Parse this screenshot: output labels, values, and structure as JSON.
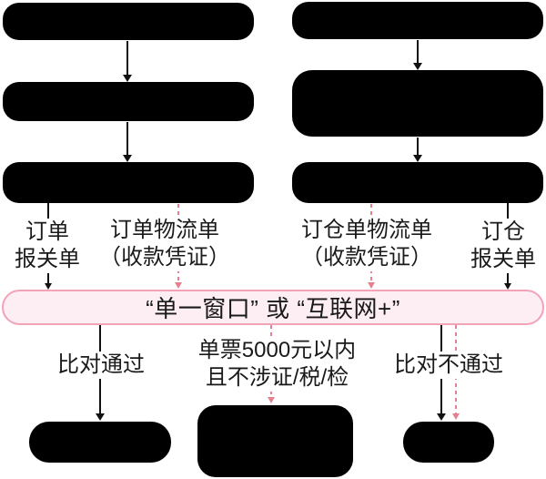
{
  "diagram": {
    "top_labels": [
      {
        "lines": [
          "订单",
          "报关单"
        ]
      },
      {
        "lines": [
          "订单物流单",
          "（收款凭证）"
        ]
      },
      {
        "lines": [
          "订仓单物流单",
          "（收款凭证）"
        ]
      },
      {
        "lines": [
          "订仓",
          "报关单"
        ]
      }
    ],
    "bar_text": "“单一窗口” 或 “互联网+”",
    "bottom_labels": [
      {
        "lines": [
          "比对通过"
        ]
      },
      {
        "lines": [
          "单票5000元以内",
          "且不涉证/税/检"
        ]
      },
      {
        "lines": [
          "比对不通过"
        ]
      }
    ]
  },
  "colors": {
    "box_black": "#000000",
    "line_black": "#111111",
    "bar_fill": "#fdeef3",
    "bar_border": "#f2a3b8",
    "dash_pink": "#e4808f",
    "text_color": "#1a1a1a",
    "label_bg": "#ffffff"
  }
}
